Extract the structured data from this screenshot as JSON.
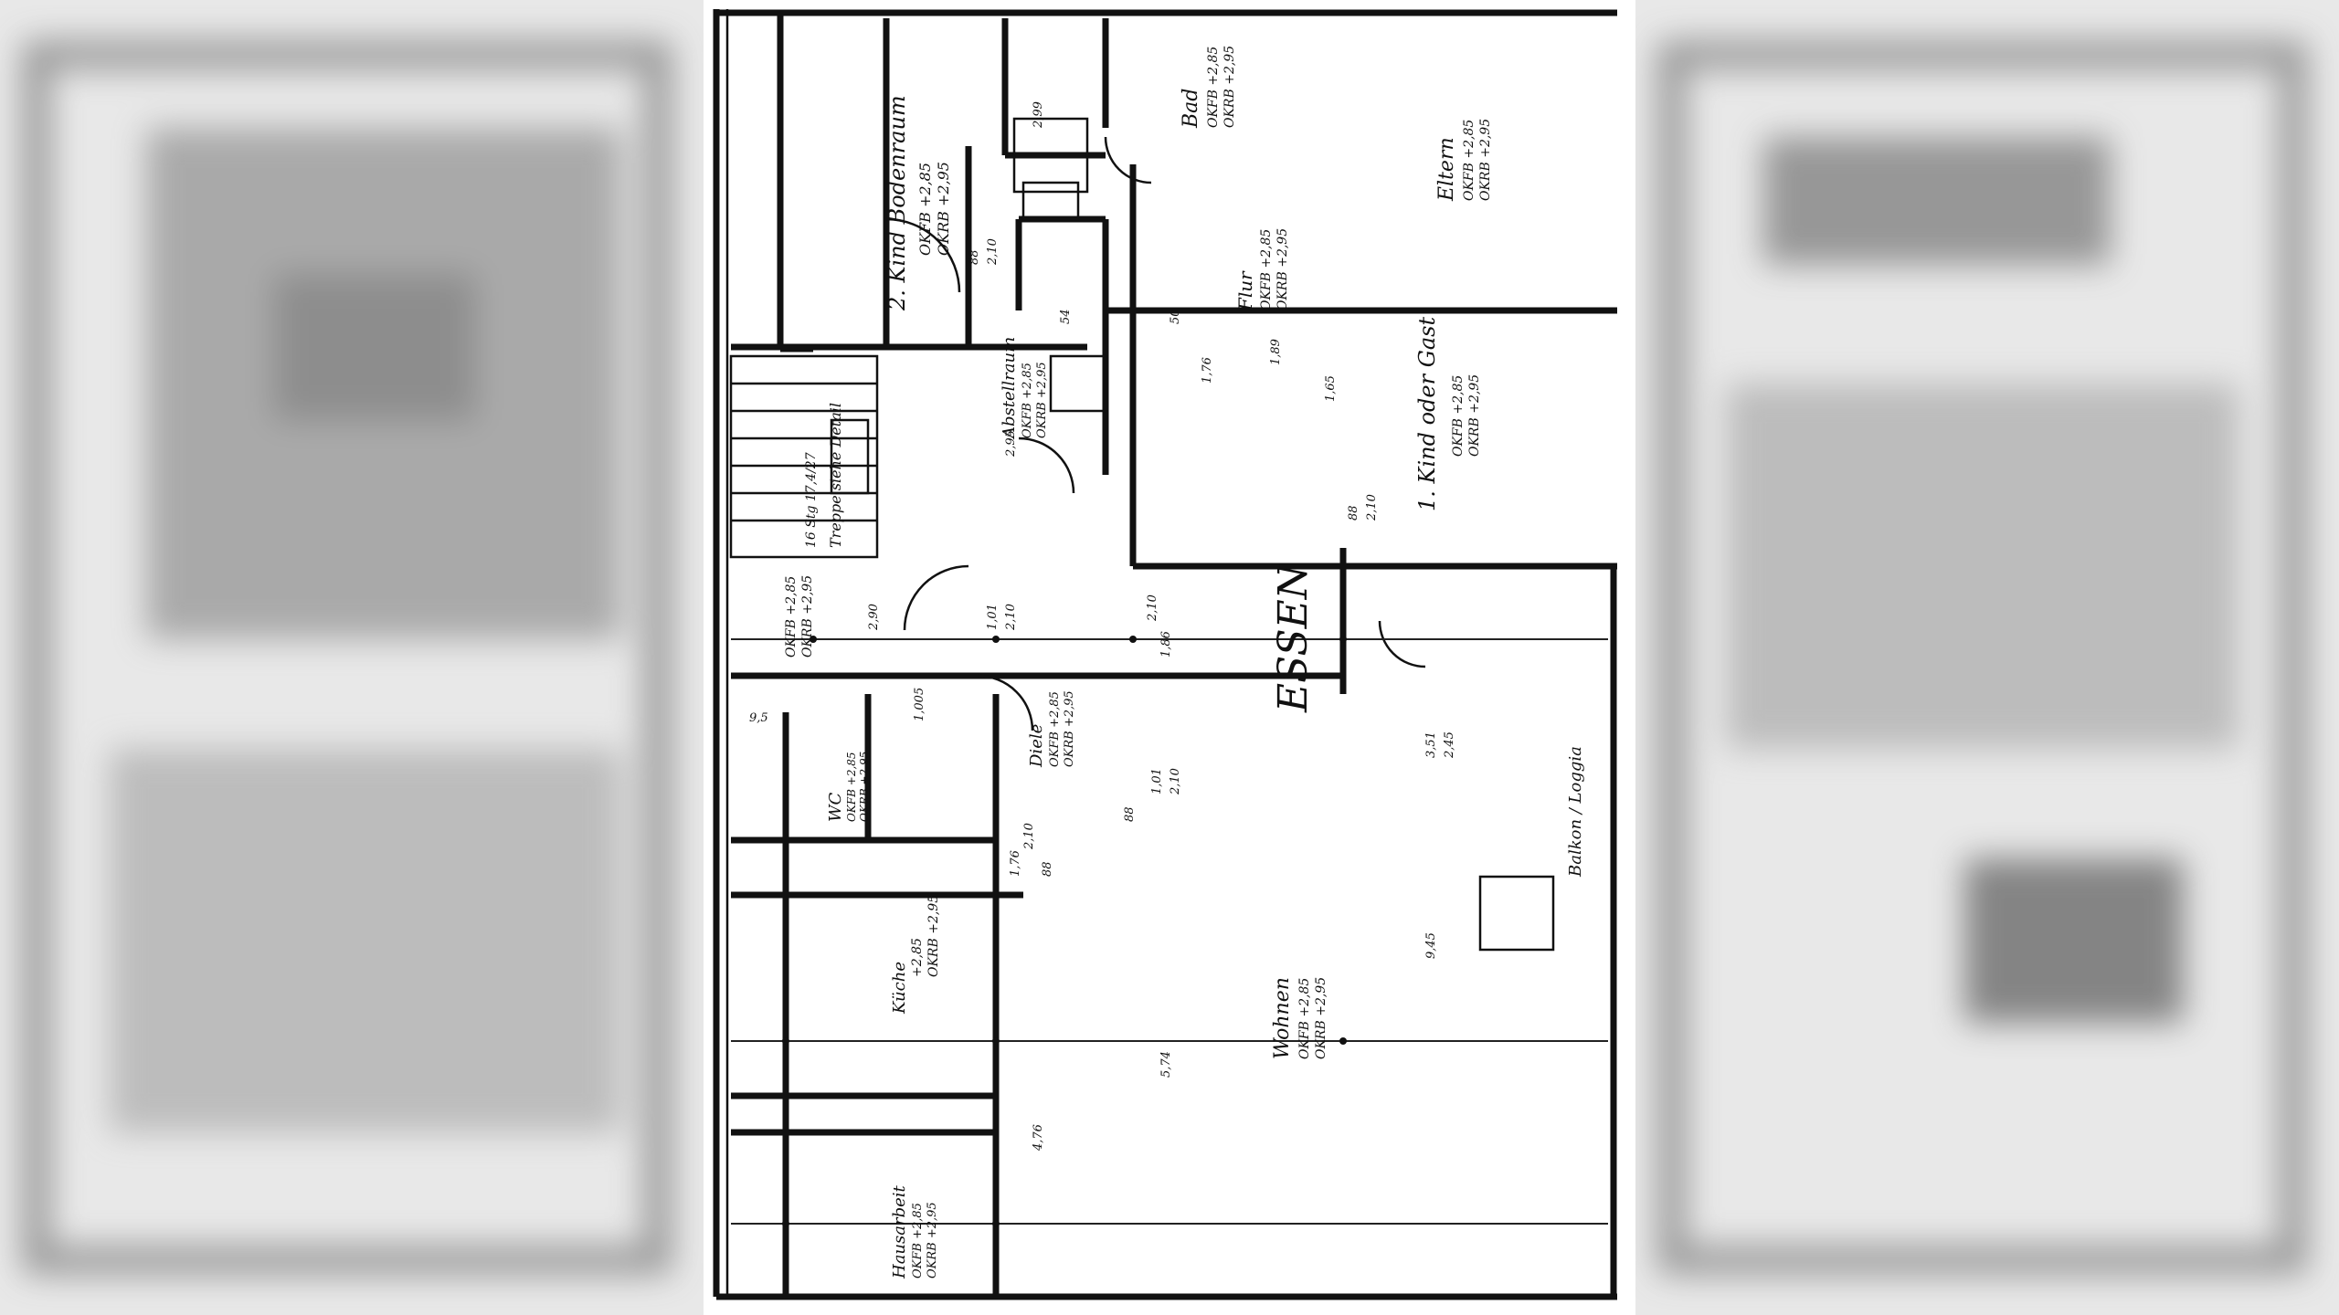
{
  "rooms": {
    "bad": {
      "name": "Bad",
      "ok1": "OKFB +2,85",
      "ok2": "OKRB +2,95"
    },
    "kind2": {
      "name": "2. Kind Bodenraum",
      "ok1": "OKFB +2,85",
      "ok2": "OKRB +2,95"
    },
    "eltern": {
      "name": "Eltern",
      "ok1": "OKFB +2,85",
      "ok2": "OKRB +2,95"
    },
    "flur": {
      "name": "Flur",
      "ok1": "OKFB +2,85",
      "ok2": "OKRB +2,95"
    },
    "abstellraum": {
      "name": "Abstellraum",
      "ok1": "OKFB +2,85",
      "ok2": "OKRB +2,95"
    },
    "kind1": {
      "name": "1. Kind oder Gast",
      "ok1": "OKFB +2,85",
      "ok2": "OKRB +2,95"
    },
    "treppe": {
      "name": "Treppe siehe Detail",
      "steps": "16 Stg 17,4/27"
    },
    "podest": {
      "ok1": "OKFB +2,85",
      "ok2": "OKRB +2,95"
    },
    "essen": {
      "name": "ESSEN"
    },
    "diele": {
      "name": "Diele",
      "ok1": "OKFB +2,85",
      "ok2": "OKRB +2,95"
    },
    "wc": {
      "name": "WC",
      "ok1": "OKFB +2,85",
      "ok2": "OKRB +2,95"
    },
    "kueche": {
      "name": "Küche",
      "ok1": "+2,85",
      "ok2": "OKRB +2,95"
    },
    "wohnen": {
      "name": "Wohnen",
      "ok1": "OKFB +2,85",
      "ok2": "OKRB +2,95"
    },
    "hausarbeit": {
      "name": "Hausarbeit",
      "ok1": "OKFB +2,85",
      "ok2": "OKRB +2,95"
    },
    "balkon": {
      "name": "Balkon / Loggia"
    }
  },
  "dimensions": {
    "d1": "2,99",
    "d2": "88",
    "d3": "2,10",
    "d4": "54",
    "d5": "50",
    "d6": "1,89",
    "d7": "1,65",
    "d8": "88",
    "d9": "2,10",
    "d10": "1,76",
    "d11": "1,01",
    "d12": "2,10",
    "d13": "1,86",
    "d14": "3,51",
    "d15": "2,45",
    "d16": "2,10",
    "d17": "88",
    "d18": "1,01",
    "d19": "2,10",
    "d20": "5,74",
    "d21": "9,45",
    "d22": "2,10",
    "d23": "88",
    "d24": "1,76",
    "d25": "2,90",
    "d26": "1,005",
    "d27": "9,5",
    "d28": "2,95",
    "d29": "4,76"
  }
}
